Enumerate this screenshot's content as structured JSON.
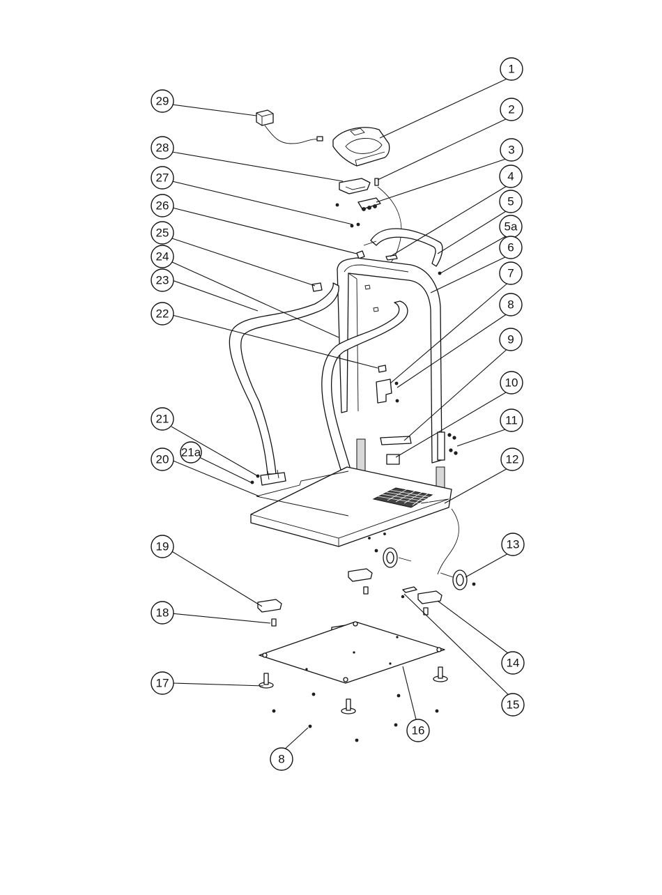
{
  "callouts": [
    {
      "label": "1"
    },
    {
      "label": "2"
    },
    {
      "label": "3"
    },
    {
      "label": "4"
    },
    {
      "label": "5"
    },
    {
      "label": "5a"
    },
    {
      "label": "6"
    },
    {
      "label": "7"
    },
    {
      "label": "8"
    },
    {
      "label": "9"
    },
    {
      "label": "10"
    },
    {
      "label": "11"
    },
    {
      "label": "12"
    },
    {
      "label": "13"
    },
    {
      "label": "14"
    },
    {
      "label": "15"
    },
    {
      "label": "16"
    },
    {
      "label": "8"
    },
    {
      "label": "17"
    },
    {
      "label": "18"
    },
    {
      "label": "19"
    },
    {
      "label": "20"
    },
    {
      "label": "21"
    },
    {
      "label": "21a"
    },
    {
      "label": "22"
    },
    {
      "label": "23"
    },
    {
      "label": "24"
    },
    {
      "label": "25"
    },
    {
      "label": "26"
    },
    {
      "label": "27"
    },
    {
      "label": "28"
    },
    {
      "label": "29"
    }
  ]
}
